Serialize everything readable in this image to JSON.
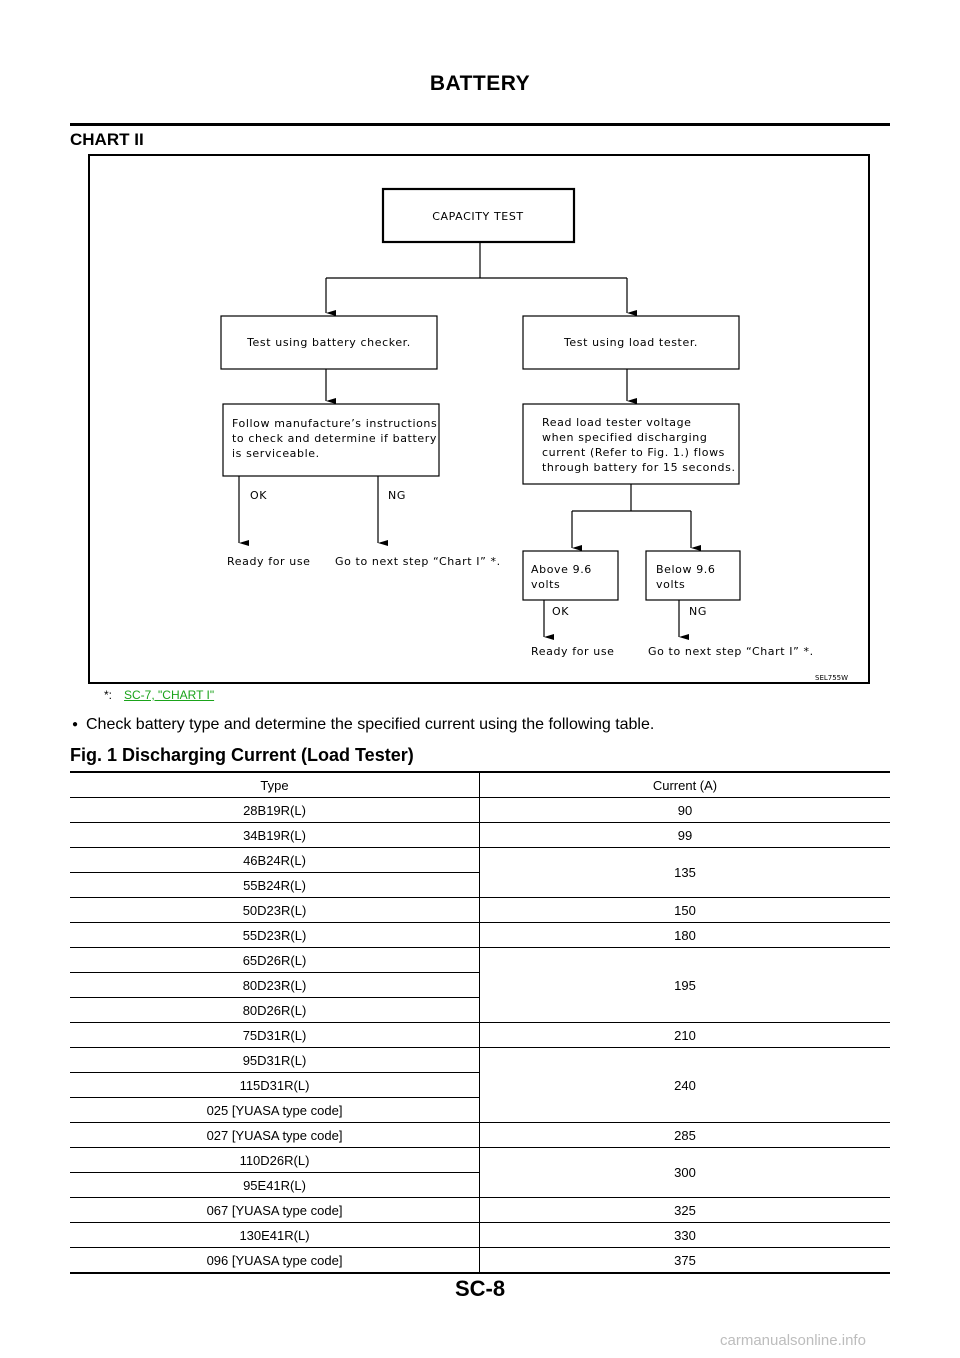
{
  "header": {
    "title": "BATTERY"
  },
  "section": {
    "title": "CHART II"
  },
  "flowchart": {
    "top_box": "CAPACITY TEST",
    "left_box": "Test using battery checker.",
    "right_box": "Test using load tester.",
    "left_detail": [
      "Follow manufacture’s instructions",
      "to check and determine if battery",
      "is serviceable."
    ],
    "right_detail": [
      "Read load tester voltage",
      "when specified discharging",
      "current (Refer to Fig. 1.) flows",
      "through battery for 15 seconds."
    ],
    "left_ok": "OK",
    "left_ng": "NG",
    "left_ready": "Ready for use",
    "left_next": "Go to next step “Chart I” *.",
    "above_box": [
      "Above 9.6",
      "volts"
    ],
    "below_box": [
      "Below 9.6",
      "volts"
    ],
    "right_ok": "OK",
    "right_ng": "NG",
    "right_ready": "Ready for use",
    "right_next": "Go to next step “Chart I” *.",
    "figure_code": "SEL755W"
  },
  "note": {
    "marker": "*:",
    "link_text": "SC-7, \"CHART I\""
  },
  "bullet": {
    "symbol": "●",
    "text": "Check battery type and determine the specified current using the following table."
  },
  "figure_title": "Fig. 1 Discharging Current (Load Tester)",
  "table": {
    "headers": [
      "Type",
      "Current (A)"
    ],
    "rows": [
      {
        "type": "28B19R(L)",
        "current": "90",
        "span": 1
      },
      {
        "type": "34B19R(L)",
        "current": "99",
        "span": 1
      },
      {
        "type": "46B24R(L)",
        "current": "135",
        "span": 2
      },
      {
        "type": "55B24R(L)",
        "current": null,
        "span": 0
      },
      {
        "type": "50D23R(L)",
        "current": "150",
        "span": 1
      },
      {
        "type": "55D23R(L)",
        "current": "180",
        "span": 1
      },
      {
        "type": "65D26R(L)",
        "current": "195",
        "span": 3
      },
      {
        "type": "80D23R(L)",
        "current": null,
        "span": 0
      },
      {
        "type": "80D26R(L)",
        "current": null,
        "span": 0
      },
      {
        "type": "75D31R(L)",
        "current": "210",
        "span": 1
      },
      {
        "type": "95D31R(L)",
        "current": "240",
        "span": 3
      },
      {
        "type": "115D31R(L)",
        "current": null,
        "span": 0
      },
      {
        "type": "025 [YUASA type code]",
        "current": null,
        "span": 0
      },
      {
        "type": "027 [YUASA type code]",
        "current": "285",
        "span": 1
      },
      {
        "type": "110D26R(L)",
        "current": "300",
        "span": 2
      },
      {
        "type": "95E41R(L)",
        "current": null,
        "span": 0
      },
      {
        "type": "067 [YUASA type code]",
        "current": "325",
        "span": 1
      },
      {
        "type": "130E41R(L)",
        "current": "330",
        "span": 1
      },
      {
        "type": "096 [YUASA type code]",
        "current": "375",
        "span": 1
      }
    ]
  },
  "footer": {
    "page": "SC-8"
  },
  "watermark": "carmanualsonline.info"
}
